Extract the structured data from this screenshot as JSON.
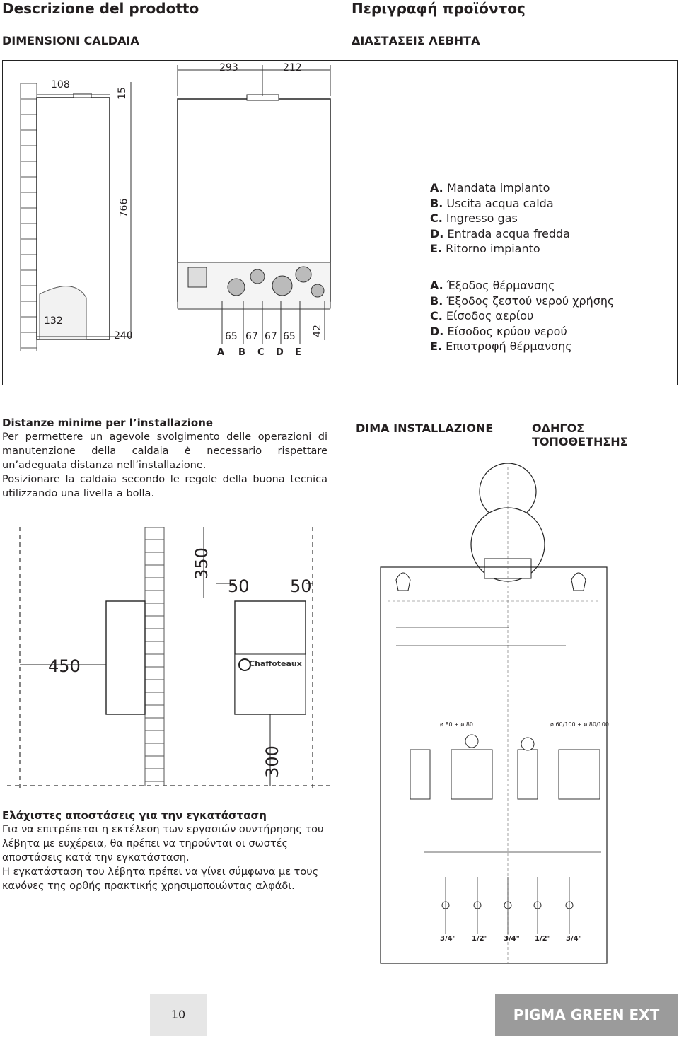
{
  "header": {
    "title_it": "Descrizione del prodotto",
    "title_gr": "Περιγραφή προϊόντος"
  },
  "dimensions": {
    "title_it": "DIMENSIONI CALDAIA",
    "title_gr": "ΔΙΑΣΤΑΣΕΙΣ ΛΕΒΗΤΑ",
    "side_labels": [
      "108",
      "15",
      "766",
      "132",
      "240"
    ],
    "front_labels": [
      "293",
      "212",
      "65",
      "67",
      "67",
      "65",
      "42"
    ],
    "connection_letters": [
      "A",
      "B",
      "C",
      "D",
      "E"
    ],
    "legend_it": [
      {
        "letter": "A.",
        "text": "Mandata impianto"
      },
      {
        "letter": "B.",
        "text": "Uscita acqua calda"
      },
      {
        "letter": "C.",
        "text": "Ingresso gas"
      },
      {
        "letter": "D.",
        "text": "Entrada acqua fredda"
      },
      {
        "letter": "E.",
        "text": "Ritorno impianto"
      }
    ],
    "legend_gr": [
      {
        "letter": "A.",
        "text": "Έξοδος θέρμανσης"
      },
      {
        "letter": "B.",
        "text": "Έξοδος ζεστού νερού χρήσης"
      },
      {
        "letter": "C.",
        "text": "Είσοδος αερίου"
      },
      {
        "letter": "D.",
        "text": "Είσοδος κρύου νερού"
      },
      {
        "letter": "E.",
        "text": "Επιστροφή θέρμανσης"
      }
    ]
  },
  "clearances_it": {
    "title": "Distanze minime per l’installazione",
    "body1": "Per permettere un agevole svolgimento delle operazioni di manutenzione della caldaia è necessario rispettare un’adeguata distanza nell’installazione.",
    "body2": "Posizionare la caldaia secondo le regole della buona tecnica utilizzando una livella a bolla."
  },
  "clearances_gr": {
    "title": "Ελάχιστες αποστάσεις για την εγκατάσταση",
    "body1": "Για να επιτρέπεται η εκτέλεση των εργασιών συντήρησης του λέβητα με ευχέρεια, θα πρέπει να τηρούνται οι σωστές αποστάσεις κατά την εγκατάσταση.",
    "body2": "Η εγκατάσταση του λέβητα πρέπει να γίνει σύμφωνα με τους κανόνες της ορθής πρακτικής χρησιμοποιώντας αλφάδι."
  },
  "clearance_figure": {
    "labels": [
      "350",
      "50",
      "50",
      "450",
      "300"
    ],
    "brand": "Chaffoteaux"
  },
  "template": {
    "title_it": "DIMA INSTALLAZIONE",
    "title_gr": "ΟΔΗΓΟΣ ΤΟΠΟΘΕΤΗΣΗΣ",
    "flue_labels": [
      "ø 80 + ø 80",
      "ø 60/100 + ø 80/100"
    ],
    "thread_labels": [
      "3/4\"",
      "1/2\"",
      "3/4\"",
      "1/2\"",
      "3/4\""
    ]
  },
  "footer": {
    "page_number": "10",
    "model": "PIGMA GREEN EXT"
  }
}
